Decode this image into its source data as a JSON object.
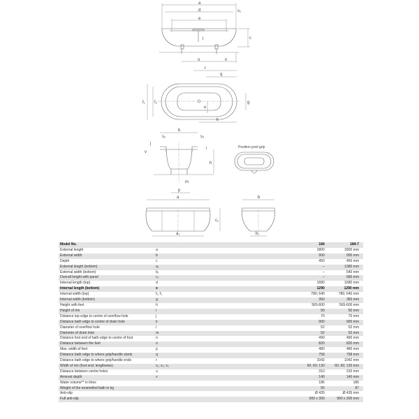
{
  "drawings": {
    "side_view": {
      "labels": {
        "a": "a",
        "d": "d",
        "s1": "s₁",
        "e": "e",
        "l": "l",
        "c": "c",
        "o": "o",
        "n": "n"
      }
    },
    "top_view": {
      "labels": {
        "r": "r",
        "q": "q",
        "f1": "f₁",
        "f2": "f₂",
        "g": "g",
        "u": "u",
        "k": "k"
      }
    },
    "cross_section": {
      "labels": {
        "b": "b",
        "s2": "s₂",
        "s3": "s₃",
        "v": "v",
        "j": "j",
        "i": "i",
        "h": "h",
        "m": "m",
        "p": "p"
      }
    },
    "pool_grip": {
      "caption": "Position pool grip"
    },
    "front_panel": {
      "labels": {
        "a": "a",
        "a1": "a₁",
        "c1": "c₁"
      }
    },
    "end_panel": {
      "labels": {
        "b": "b",
        "b1": "b₁"
      }
    }
  },
  "table": {
    "header": {
      "label": "Model No.",
      "symbol": "",
      "v1": "184",
      "v2": "184-7"
    },
    "rows": [
      {
        "label": "External length",
        "symbol": "a",
        "v1": "1800",
        "v2": "1800 mm"
      },
      {
        "label": "External width",
        "symbol": "b",
        "v1": "900",
        "v2": "900 mm"
      },
      {
        "label": "Depth",
        "symbol": "c",
        "v1": "450",
        "v2": "450 mm"
      },
      {
        "label": "External length (bottom)",
        "symbol": "a₁",
        "v1": "–",
        "v2": "1380 mm"
      },
      {
        "label": "External width (bottom)",
        "symbol": "b₁",
        "v1": "–",
        "v2": "540 mm"
      },
      {
        "label": "Overall height with panel",
        "symbol": "c₁",
        "v1": "–",
        "v2": "580 mm"
      },
      {
        "label": "Internal length (top)",
        "symbol": "d",
        "v1": "1680",
        "v2": "1680 mm"
      },
      {
        "label": "Internal length (bottom)",
        "symbol": "e",
        "v1": "1290",
        "v2": "1290 mm",
        "bold": true
      },
      {
        "label": "Internal width (top)",
        "symbol": "f₁; f₂",
        "v1": "780; 640",
        "v2": "780; 640 mm"
      },
      {
        "label": "Internal width (bottom)",
        "symbol": "g",
        "v1": "360",
        "v2": "360 mm"
      },
      {
        "label": "Height with feet",
        "symbol": "h",
        "v1": "565-600",
        "v2": "565-600 mm"
      },
      {
        "label": "Height of rim",
        "symbol": "i",
        "v1": "50",
        "v2": "50 mm"
      },
      {
        "label": "Distance top edge to centre of overflow hole",
        "symbol": "j",
        "v1": "70",
        "v2": "70 mm"
      },
      {
        "label": "Distance bath edge to centre of drain hole",
        "symbol": "k",
        "v1": "900",
        "v2": "900 mm"
      },
      {
        "label": "Diameter of overflow hole",
        "symbol": "l",
        "v1": "52",
        "v2": "52 mm"
      },
      {
        "label": "Diameter of drain hole",
        "symbol": "m",
        "v1": "52",
        "v2": "52 mm"
      },
      {
        "label": "Distance foot end of bath edge to centre of foot",
        "symbol": "n",
        "v1": "490",
        "v2": "490 mm"
      },
      {
        "label": "Distance between the feet",
        "symbol": "o",
        "v1": "820",
        "v2": "820 mm"
      },
      {
        "label": "Max. width of feet",
        "symbol": "p",
        "v1": "480",
        "v2": "480 mm"
      },
      {
        "label": "Distance bath edge to where grip/handle starts",
        "symbol": "q",
        "v1": "758",
        "v2": "758 mm"
      },
      {
        "label": "Distance bath edge to where grip/handle ends",
        "symbol": "r",
        "v1": "1042",
        "v2": "1042 mm"
      },
      {
        "label": "Width of rim (foot end; lengthwise)",
        "symbol": "s₁; s₂; s₃",
        "v1": "60; 60; 130",
        "v2": "60; 60; 130 mm"
      },
      {
        "label": "Distance between centre holes",
        "symbol": "u",
        "v1": "310",
        "v2": "310 mm"
      },
      {
        "label": "Armrest depth",
        "symbol": "v",
        "v1": "140",
        "v2": "140 mm"
      },
      {
        "label": "Water volume** in litres",
        "symbol": "",
        "v1": "186",
        "v2": "186"
      },
      {
        "label": "Weight of the enamelled bath in kg",
        "symbol": "",
        "v1": "55",
        "v2": "87"
      },
      {
        "label": "Anti-slip",
        "symbol": "",
        "v1": "Ø 435",
        "v2": "Ø 435 mm"
      },
      {
        "label": "Full anti-slip",
        "symbol": "",
        "v1": "900 x 300",
        "v2": "900 x 300 mm"
      }
    ]
  }
}
